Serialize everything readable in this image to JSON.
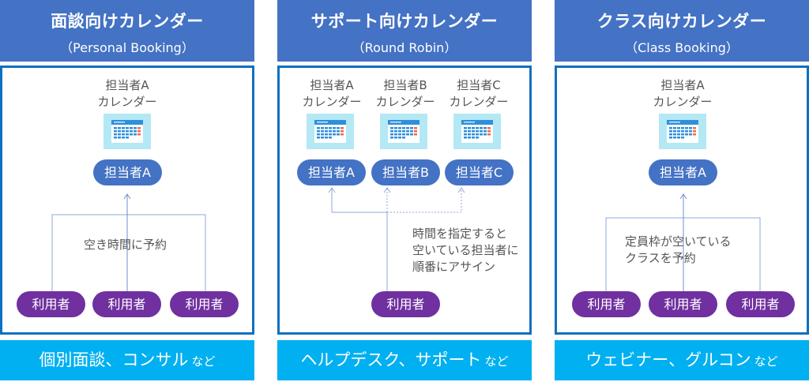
{
  "columns": [
    {
      "header": {
        "title": "面談向けカレンダー",
        "subtitle": "（Personal Booking）"
      },
      "calendars": [
        {
          "label_line1": "担当者A",
          "label_line2": "カレンダー"
        }
      ],
      "staff": [
        "担当者A"
      ],
      "note_lines": [
        "空き時間に予約"
      ],
      "users": [
        "利用者",
        "利用者",
        "利用者"
      ],
      "footer": {
        "main": "個別面談、コンサル",
        "suffix": "など"
      }
    },
    {
      "header": {
        "title": "サポート向けカレンダー",
        "subtitle": "（Round Robin）"
      },
      "calendars": [
        {
          "label_line1": "担当者A",
          "label_line2": "カレンダー"
        },
        {
          "label_line1": "担当者B",
          "label_line2": "カレンダー"
        },
        {
          "label_line1": "担当者C",
          "label_line2": "カレンダー"
        }
      ],
      "staff": [
        "担当者A",
        "担当者B",
        "担当者C"
      ],
      "note_lines": [
        "時間を指定すると",
        "空いている担当者に",
        "順番にアサイン"
      ],
      "users": [
        "利用者"
      ],
      "footer": {
        "main": "ヘルプデスク、サポート",
        "suffix": "など"
      }
    },
    {
      "header": {
        "title": "クラス向けカレンダー",
        "subtitle": "（Class Booking）"
      },
      "calendars": [
        {
          "label_line1": "担当者A",
          "label_line2": "カレンダー"
        }
      ],
      "staff": [
        "担当者A"
      ],
      "note_lines": [
        "定員枠が空いている",
        "クラスを予約"
      ],
      "users": [
        "利用者",
        "利用者",
        "利用者"
      ],
      "footer": {
        "main": "ウェビナー、グルコン",
        "suffix": "など"
      }
    }
  ],
  "colors": {
    "header_bg": "#4472c4",
    "panel_border": "#0e70c0",
    "footer_bg": "#00b0f0",
    "staff_pill": "#4472c4",
    "user_pill": "#7030a0",
    "connector": "#8faadc"
  }
}
